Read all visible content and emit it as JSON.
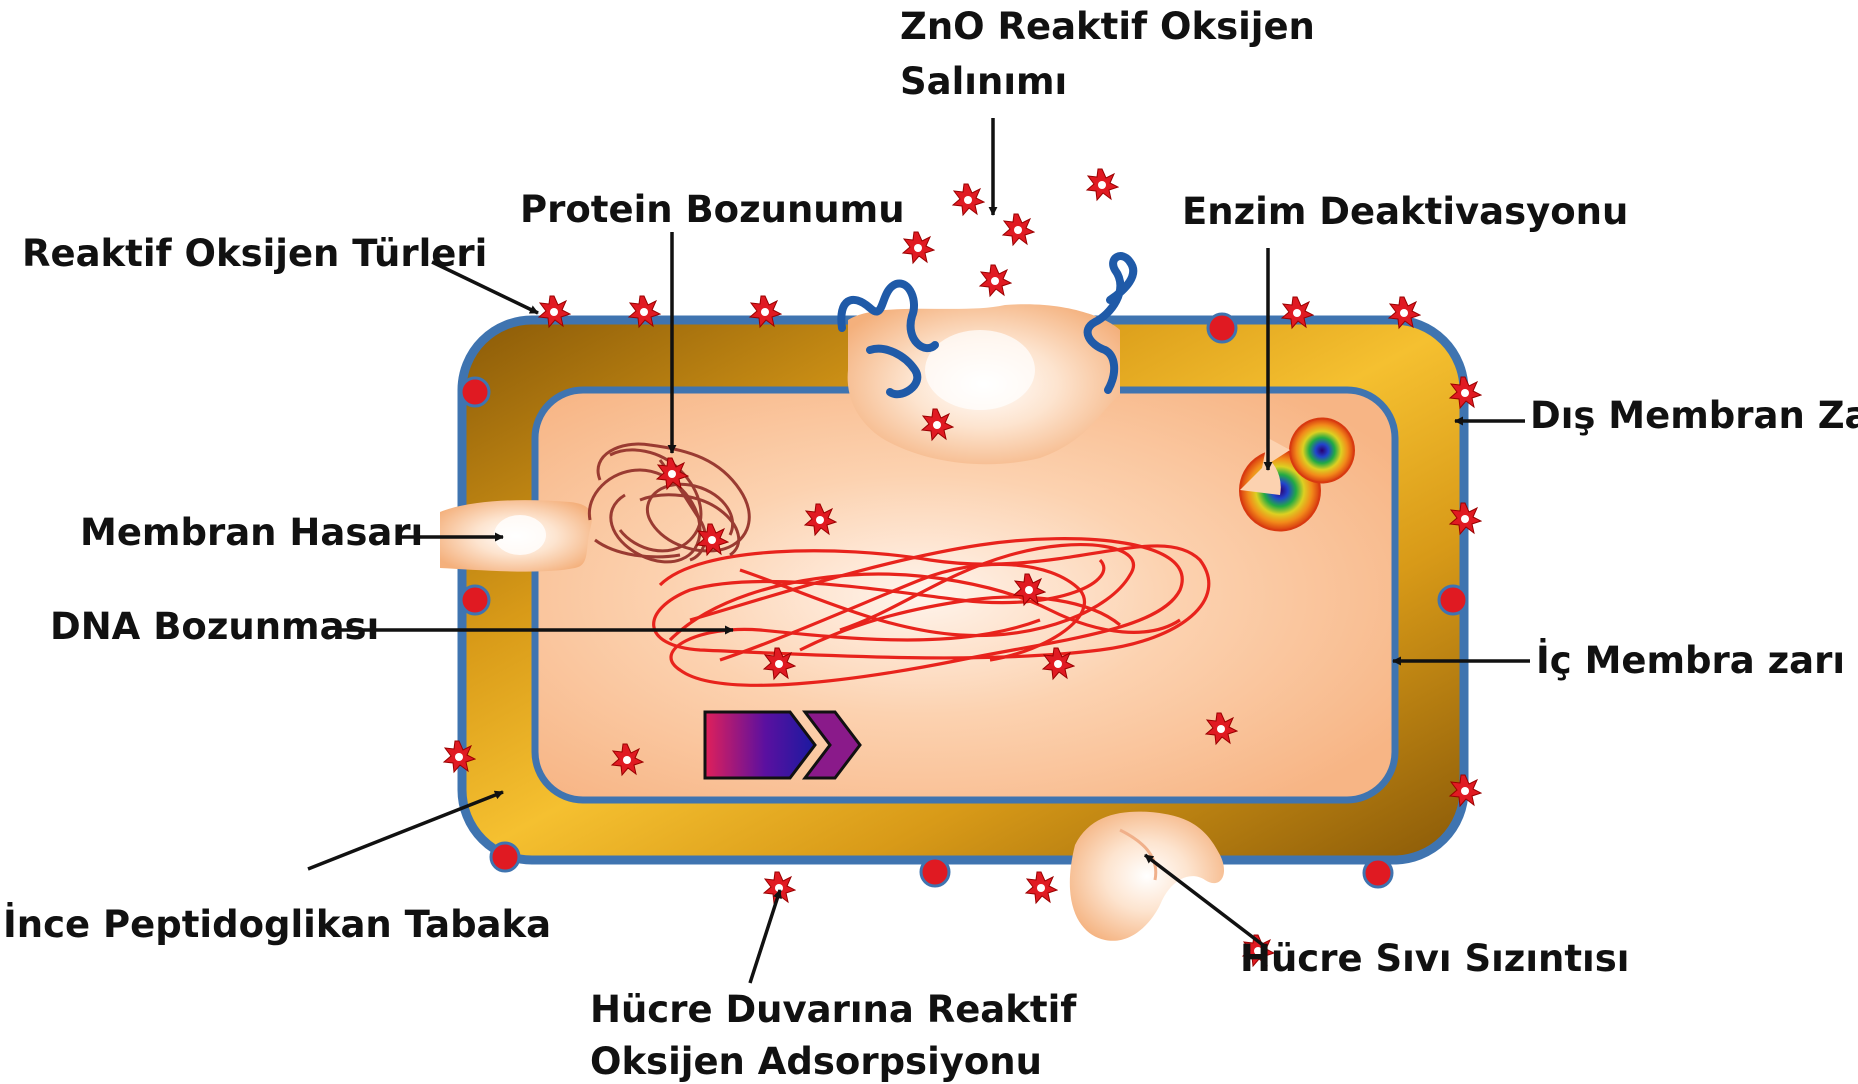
{
  "labels": {
    "zno_release_line1": "ZnO Reaktif Oksijen",
    "zno_release_line2": "Salınımı",
    "protein": "Protein Bozunumu",
    "enzyme": "Enzim Deaktivasyonu",
    "ros_species": "Reaktif Oksijen Türleri",
    "outer_membrane": "Dış Membran Zarı",
    "membrane_damage": "Membran Hasarı",
    "dna": "DNA Bozunması",
    "inner_membrane": "İç Membra zarı",
    "peptidoglycan": "İnce Peptidoglikan Tabaka",
    "fluid_leak": "Hücre Sıvı Sızıntısı",
    "adsorption_line1": "Hücre Duvarına Reaktif",
    "adsorption_line2": "Oksijen Adsorpsiyonu"
  },
  "colors": {
    "wall": "#b8860b",
    "membrane": "#3f74b0",
    "cytoplasm": "#fdd6b8",
    "ros": "#e01a22",
    "dna": "#e8231c",
    "protein": "#9a3b32",
    "arrow": "#111111"
  },
  "icons": {
    "ros": "star-burst",
    "zno": "blue-squiggle",
    "enzyme": "rainbow-pacman",
    "protein": "tangled-coil",
    "plasmid": "gradient-chevrons"
  }
}
